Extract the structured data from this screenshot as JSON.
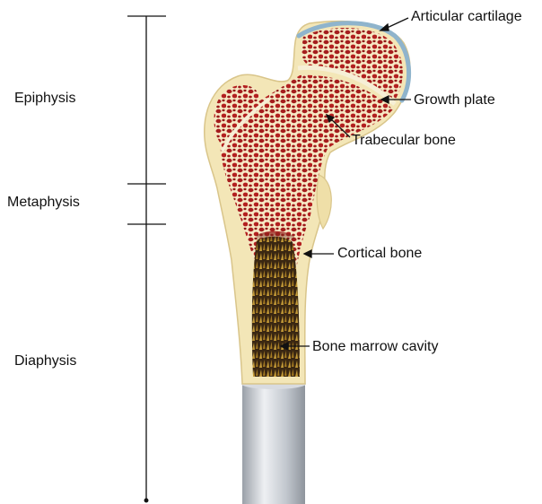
{
  "zones": [
    {
      "id": "epiphysis",
      "label": "Epiphysis"
    },
    {
      "id": "metaphysis",
      "label": "Metaphysis"
    },
    {
      "id": "diaphysis",
      "label": "Diaphysis"
    }
  ],
  "callouts": [
    {
      "id": "articular-cartilage",
      "label": "Articular cartilage"
    },
    {
      "id": "growth-plate",
      "label": "Growth plate"
    },
    {
      "id": "trabecular-bone",
      "label": "Trabecular bone"
    },
    {
      "id": "cortical-bone",
      "label": "Cortical bone"
    },
    {
      "id": "bone-marrow-cavity",
      "label": "Bone marrow cavity"
    }
  ],
  "colors": {
    "cortex": "#f3e6b7",
    "cortex_edge": "#d9c58a",
    "trabecular": "#a81c1c",
    "cartilage": "#8fb4cc",
    "marrow_dark": "#2b1d10",
    "marrow_gold": "#b88a2c",
    "shaft": "#c9cdd3"
  }
}
